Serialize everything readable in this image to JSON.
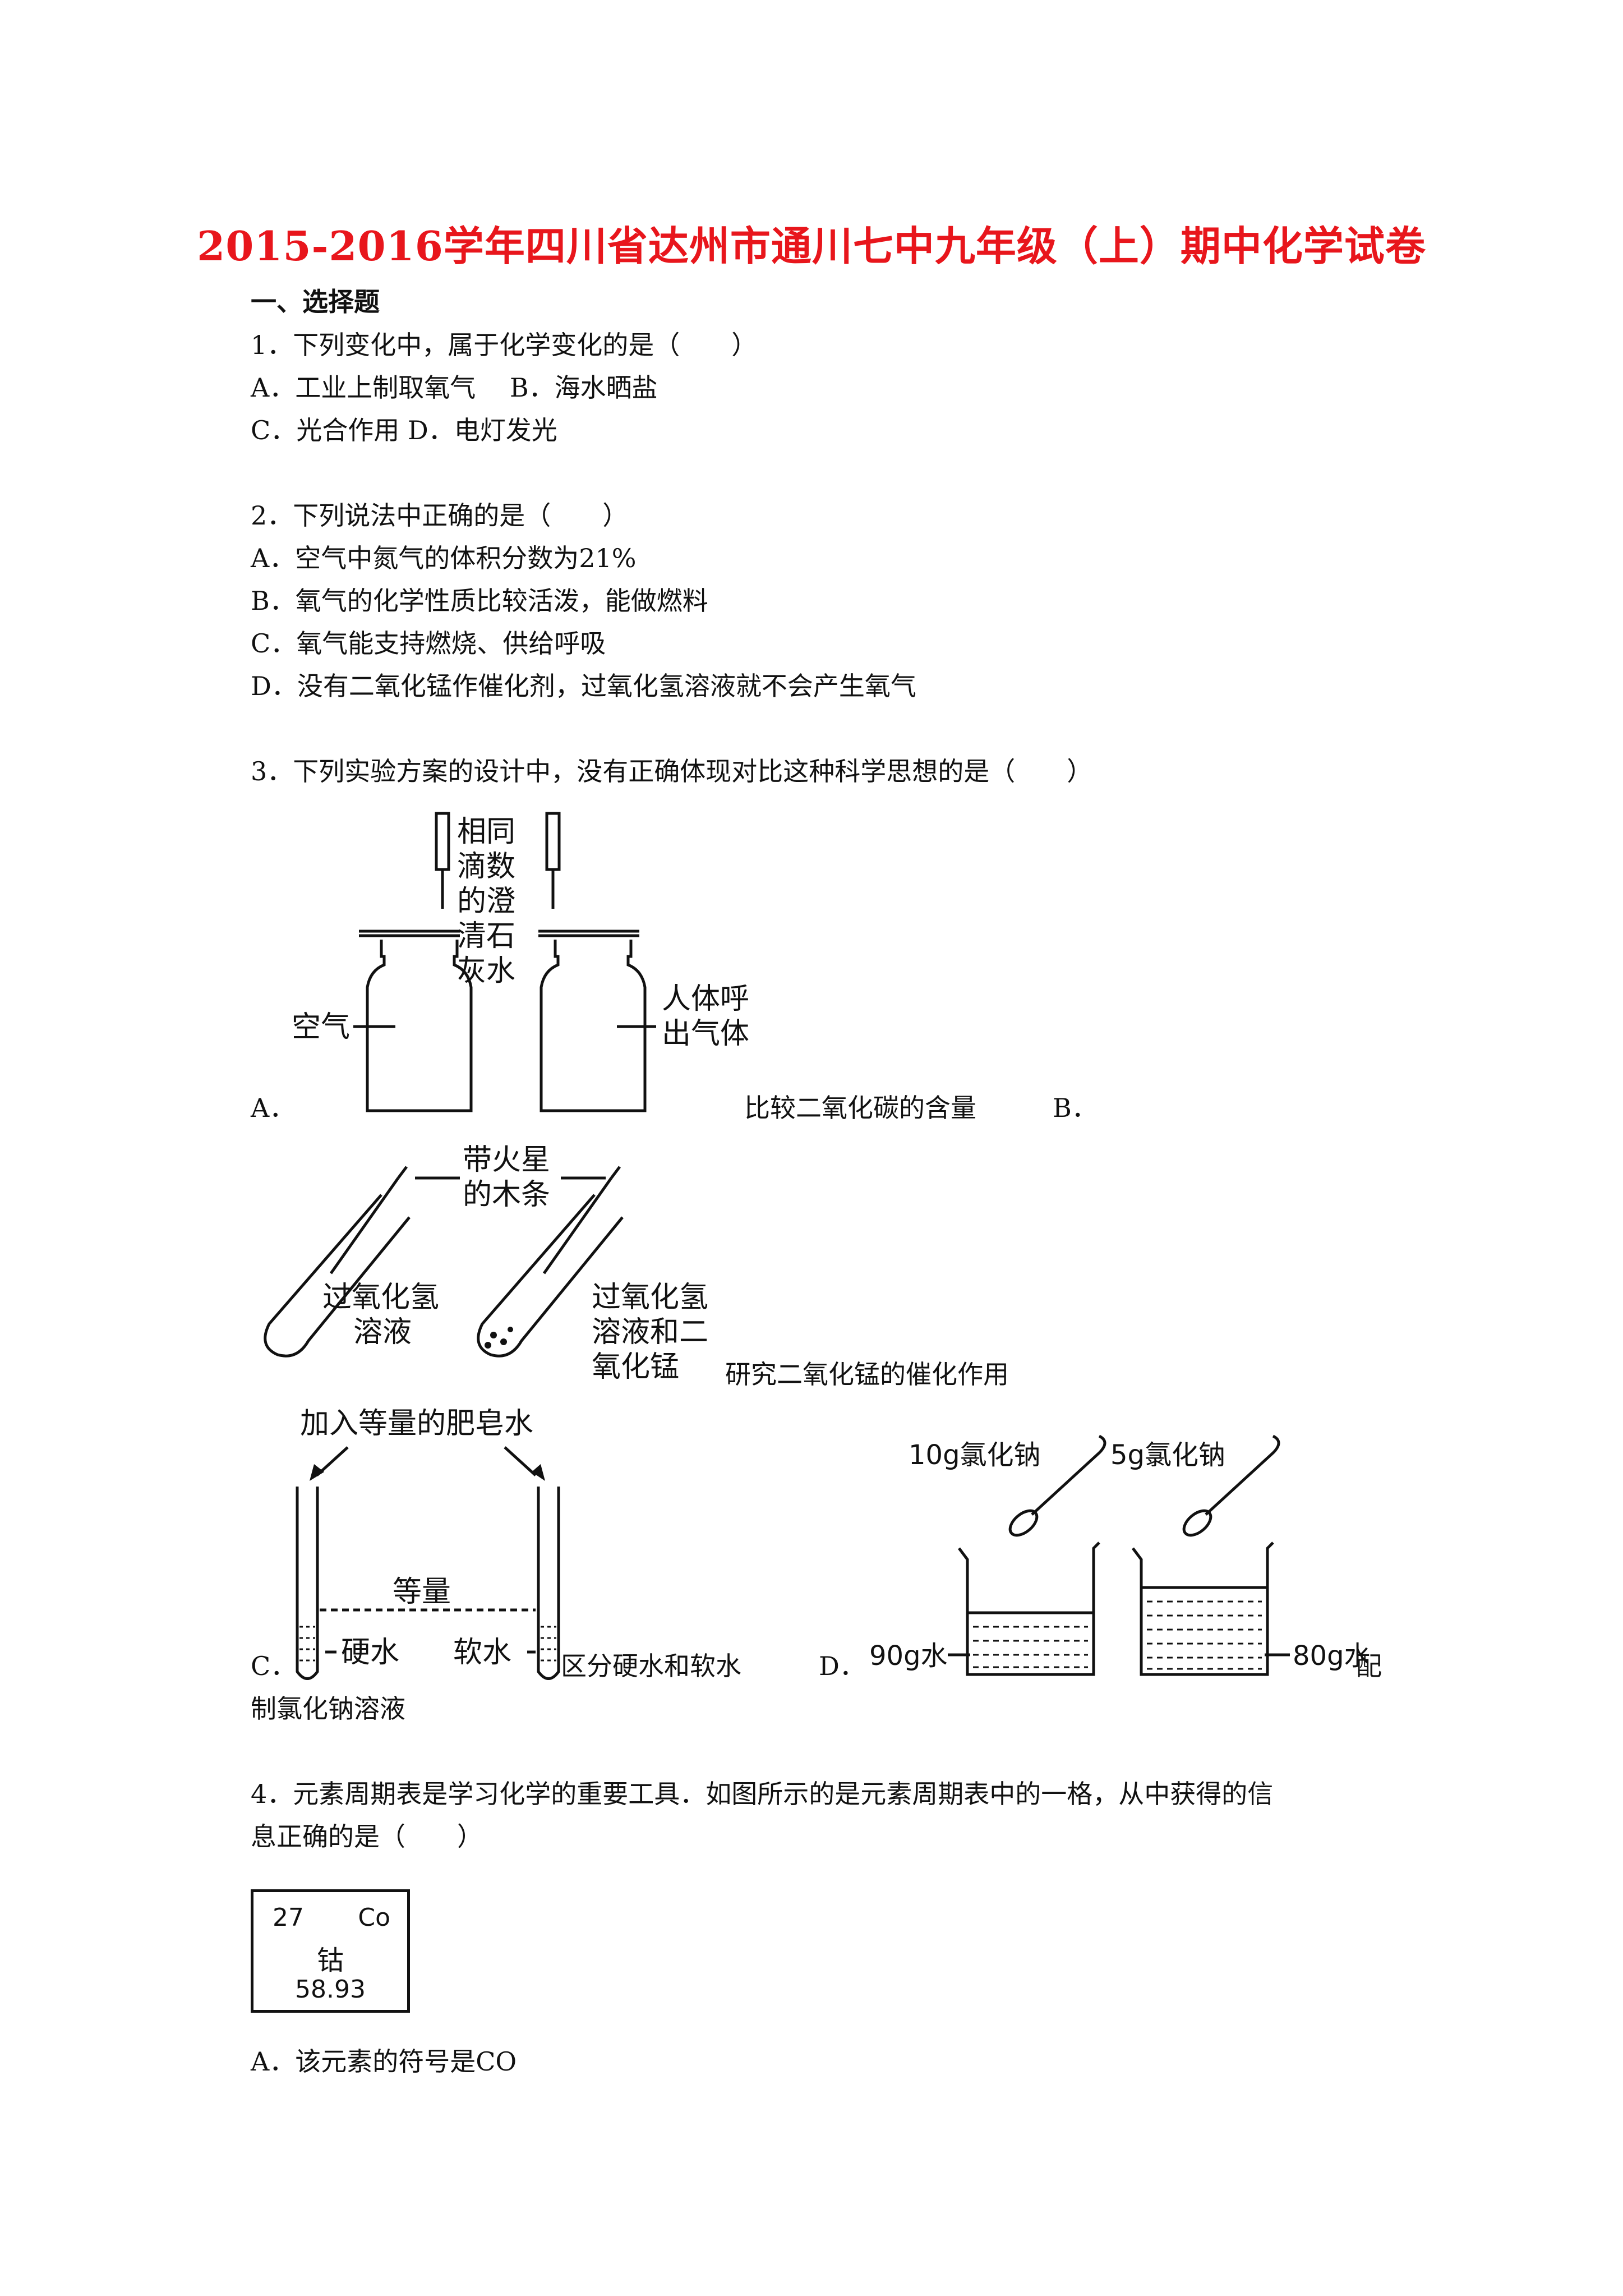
{
  "title": "2015-2016学年四川省达州市通川七中九年级（上）期中化学试卷",
  "section": "一、选择题",
  "q1": {
    "stem": "1．下列变化中，属于化学变化的是（　　）",
    "line_a": "A．工业上制取氧气　 B．海水晒盐",
    "line_c": "C．光合作用 D．电灯发光"
  },
  "q2": {
    "stem": "2．下列说法中正确的是（　　）",
    "a": "A．空气中氮气的体积分数为21%",
    "b": "B．氧气的化学性质比较活泼，能做燃料",
    "c": "C．氧气能支持燃烧、供给呼吸",
    "d": "D．没有二氧化锰作催化剂，过氧化氢溶液就不会产生氧气"
  },
  "q3": {
    "stem": "3．下列实验方案的设计中，没有正确体现对比这种科学思想的是（　　）",
    "a_letter": "A．",
    "a_caption": "比较二氧化碳的含量",
    "b_letter": "B．",
    "b_caption": "研究二氧化锰的催化作用",
    "c_letter": "C．",
    "c_caption": "区分硬水和软水",
    "d_letter": "D．",
    "d_caption_1": "配",
    "d_caption_2": "制氯化钠溶液",
    "fig_a": {
      "dropper_label": [
        "相同",
        "滴数",
        "的澄",
        "清石",
        "灰水"
      ],
      "left": "空气",
      "right": [
        "人体呼",
        "出气体"
      ]
    },
    "fig_b": {
      "splint": [
        "带火星",
        "的木条"
      ],
      "tube1": [
        "过氧化氢",
        "溶液"
      ],
      "tube2": [
        "过氧化氢",
        "溶液和二",
        "氧化锰"
      ]
    },
    "fig_c": {
      "top": "加入等量的肥皂水",
      "equal": "等量",
      "hard": "硬水",
      "soft": "软水"
    },
    "fig_d": {
      "salt1": "10g氯化钠",
      "salt2": "5g氯化钠",
      "water1": "90g水",
      "water2": "80g水"
    }
  },
  "q4": {
    "stem_1": "4．元素周期表是学习化学的重要工具．如图所示的是元素周期表中的一格，从中获得的信",
    "stem_2": "息正确的是（　　）",
    "tile": {
      "number": "27",
      "symbol": "Co",
      "name": "钴",
      "mass": "58.93"
    },
    "a": "A．该元素的符号是CO"
  }
}
